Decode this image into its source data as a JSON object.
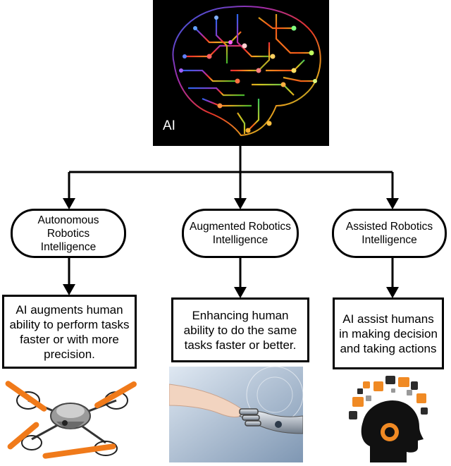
{
  "top": {
    "label": "AI"
  },
  "categories": [
    {
      "label": "Autonomous Robotics Intelligence"
    },
    {
      "label": "Augmented Robotics Intelligence"
    },
    {
      "label": "Assisted Robotics Intelligence"
    }
  ],
  "descriptions": [
    {
      "text": "AI augments human ability to perform tasks faster or with more precision."
    },
    {
      "text": "Enhancing human ability to do the same tasks faster or better."
    },
    {
      "text": "AI assist humans in making decision and taking actions"
    }
  ],
  "illustrations": {
    "drone_icon": "drone-icon",
    "handshake_icon": "robot-human-handshake-icon",
    "head_icon": "head-with-icons-icon"
  },
  "colors": {
    "line": "#000000",
    "drone_orange": "#f07a1a",
    "head_orange": "#f08a24"
  }
}
